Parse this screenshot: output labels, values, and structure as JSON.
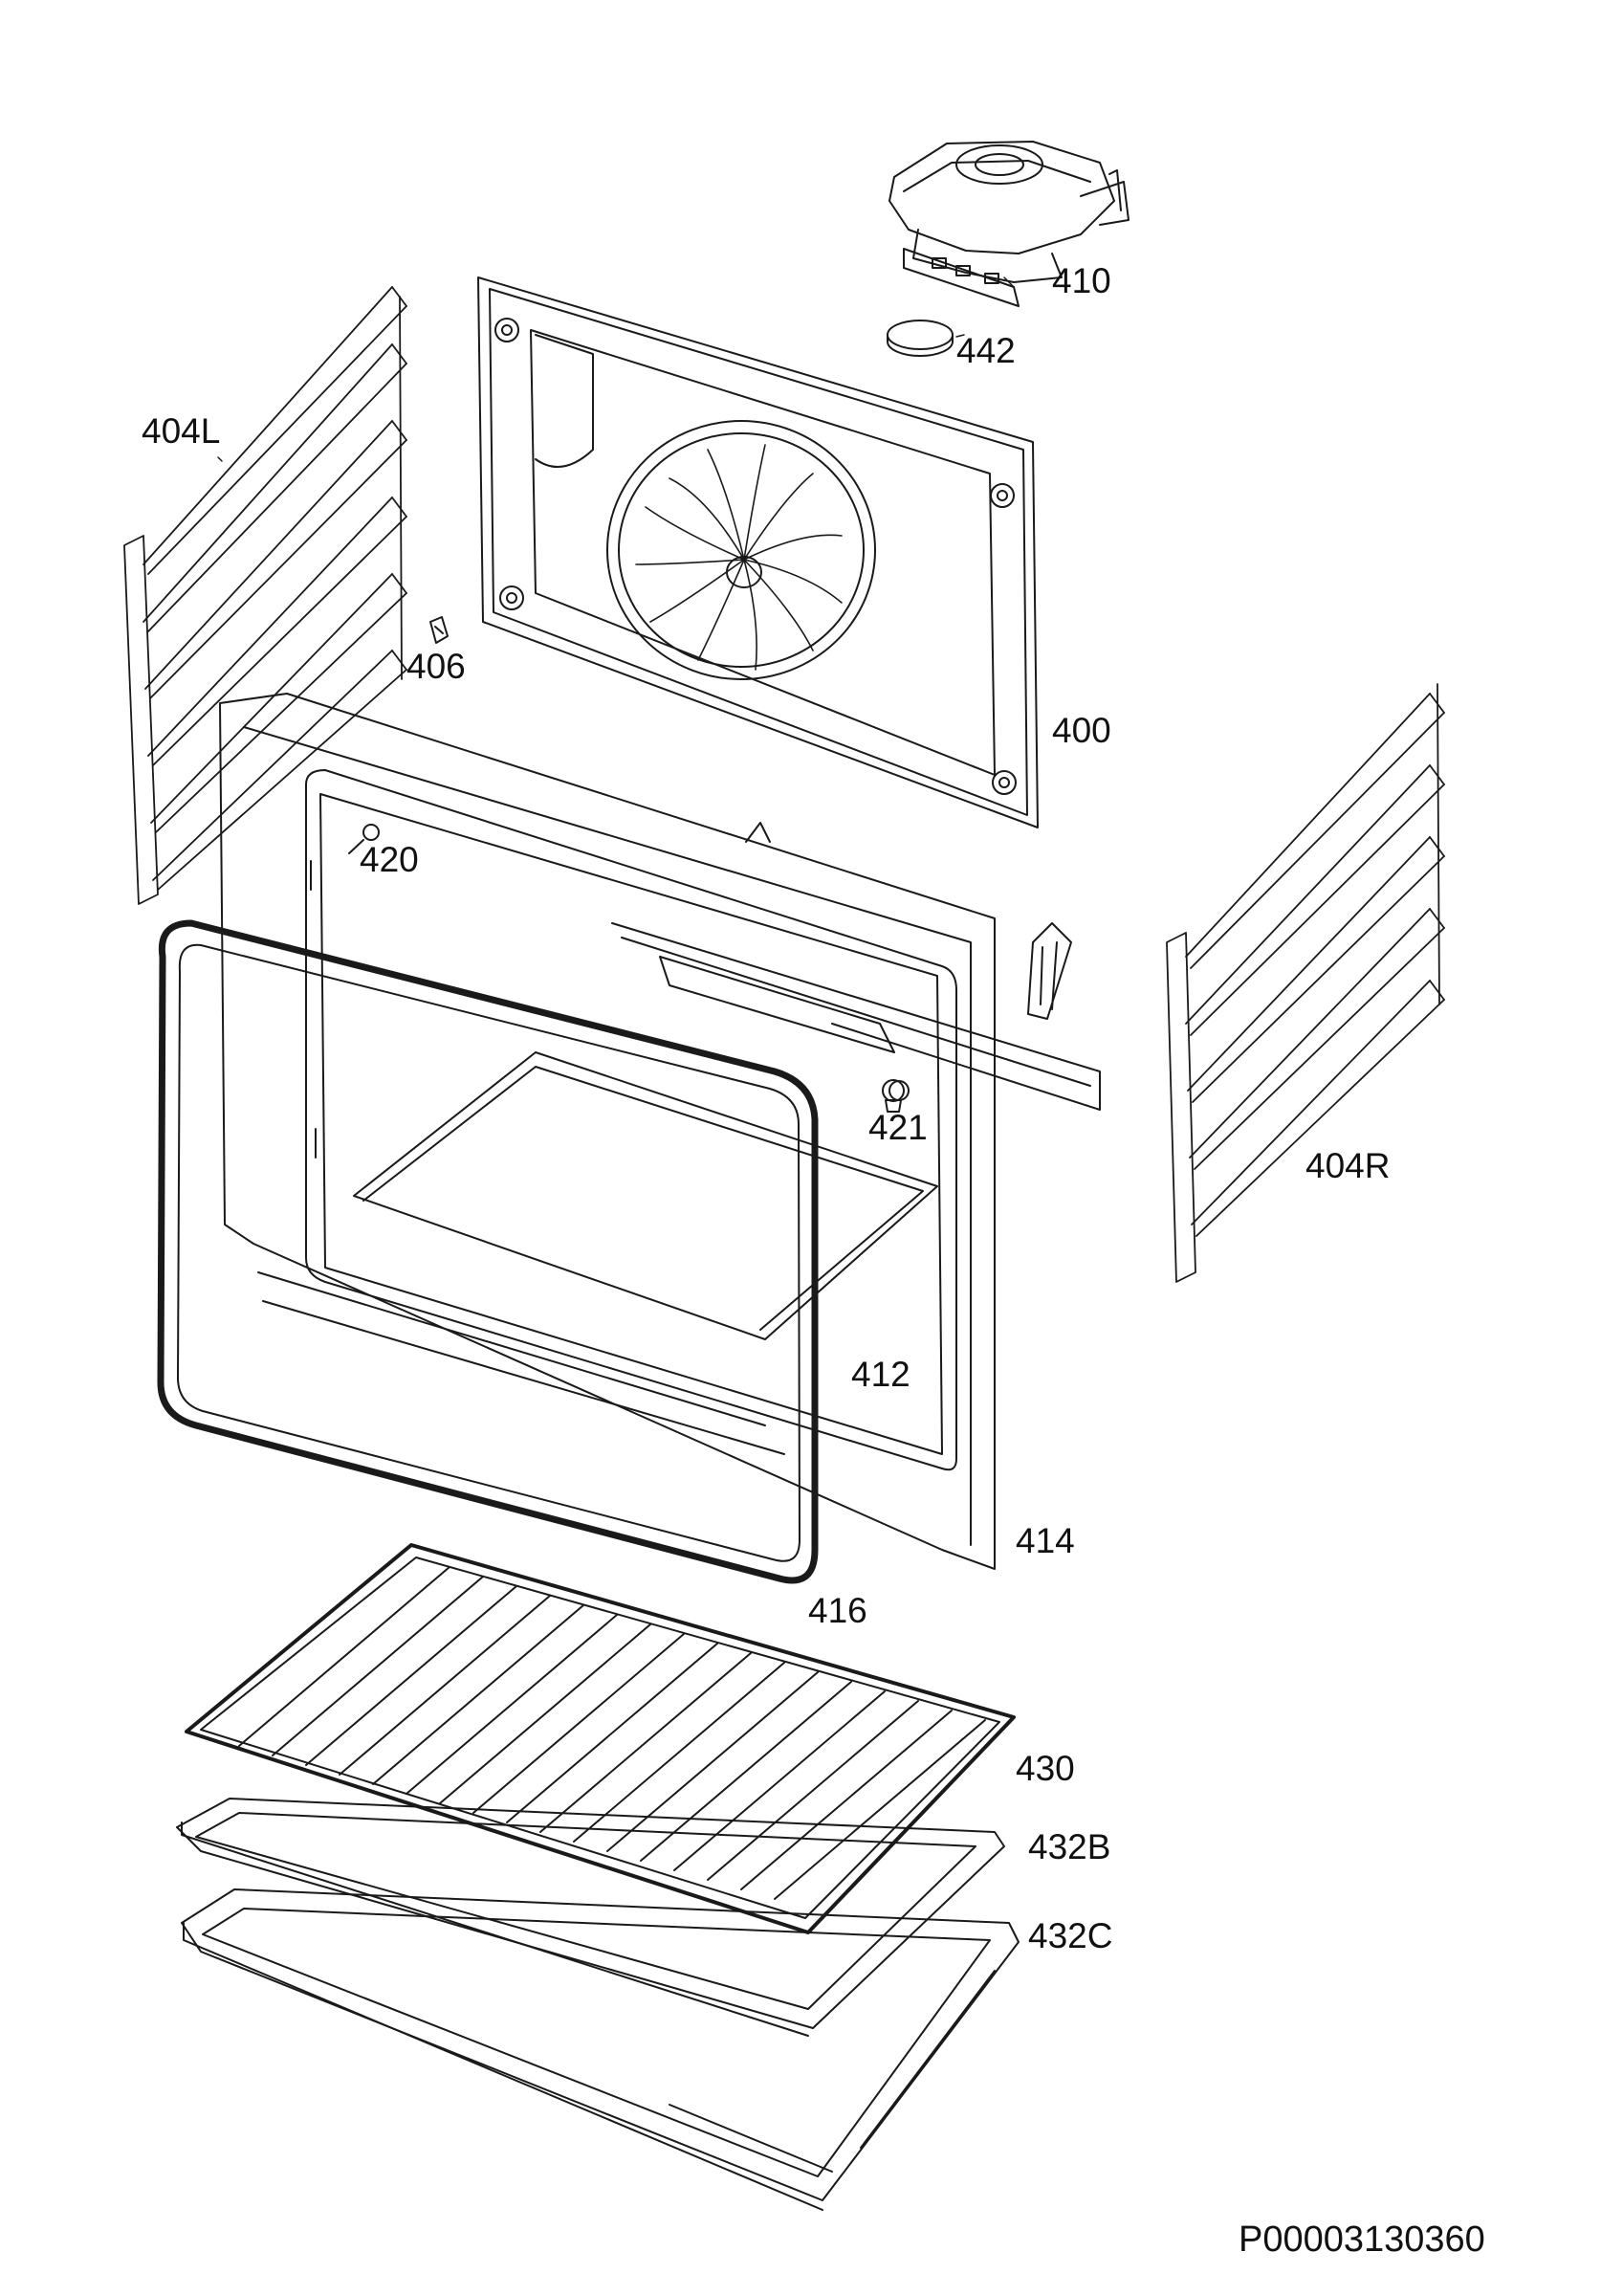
{
  "diagram": {
    "labels": {
      "p410": "410",
      "p442": "442",
      "p404L": "404L",
      "p406": "406",
      "p400": "400",
      "p420": "420",
      "p421": "421",
      "p404R": "404R",
      "p412": "412",
      "p414": "414",
      "p416": "416",
      "p430": "430",
      "p432B": "432B",
      "p432C": "432C"
    },
    "document_id": "P00003130360"
  }
}
